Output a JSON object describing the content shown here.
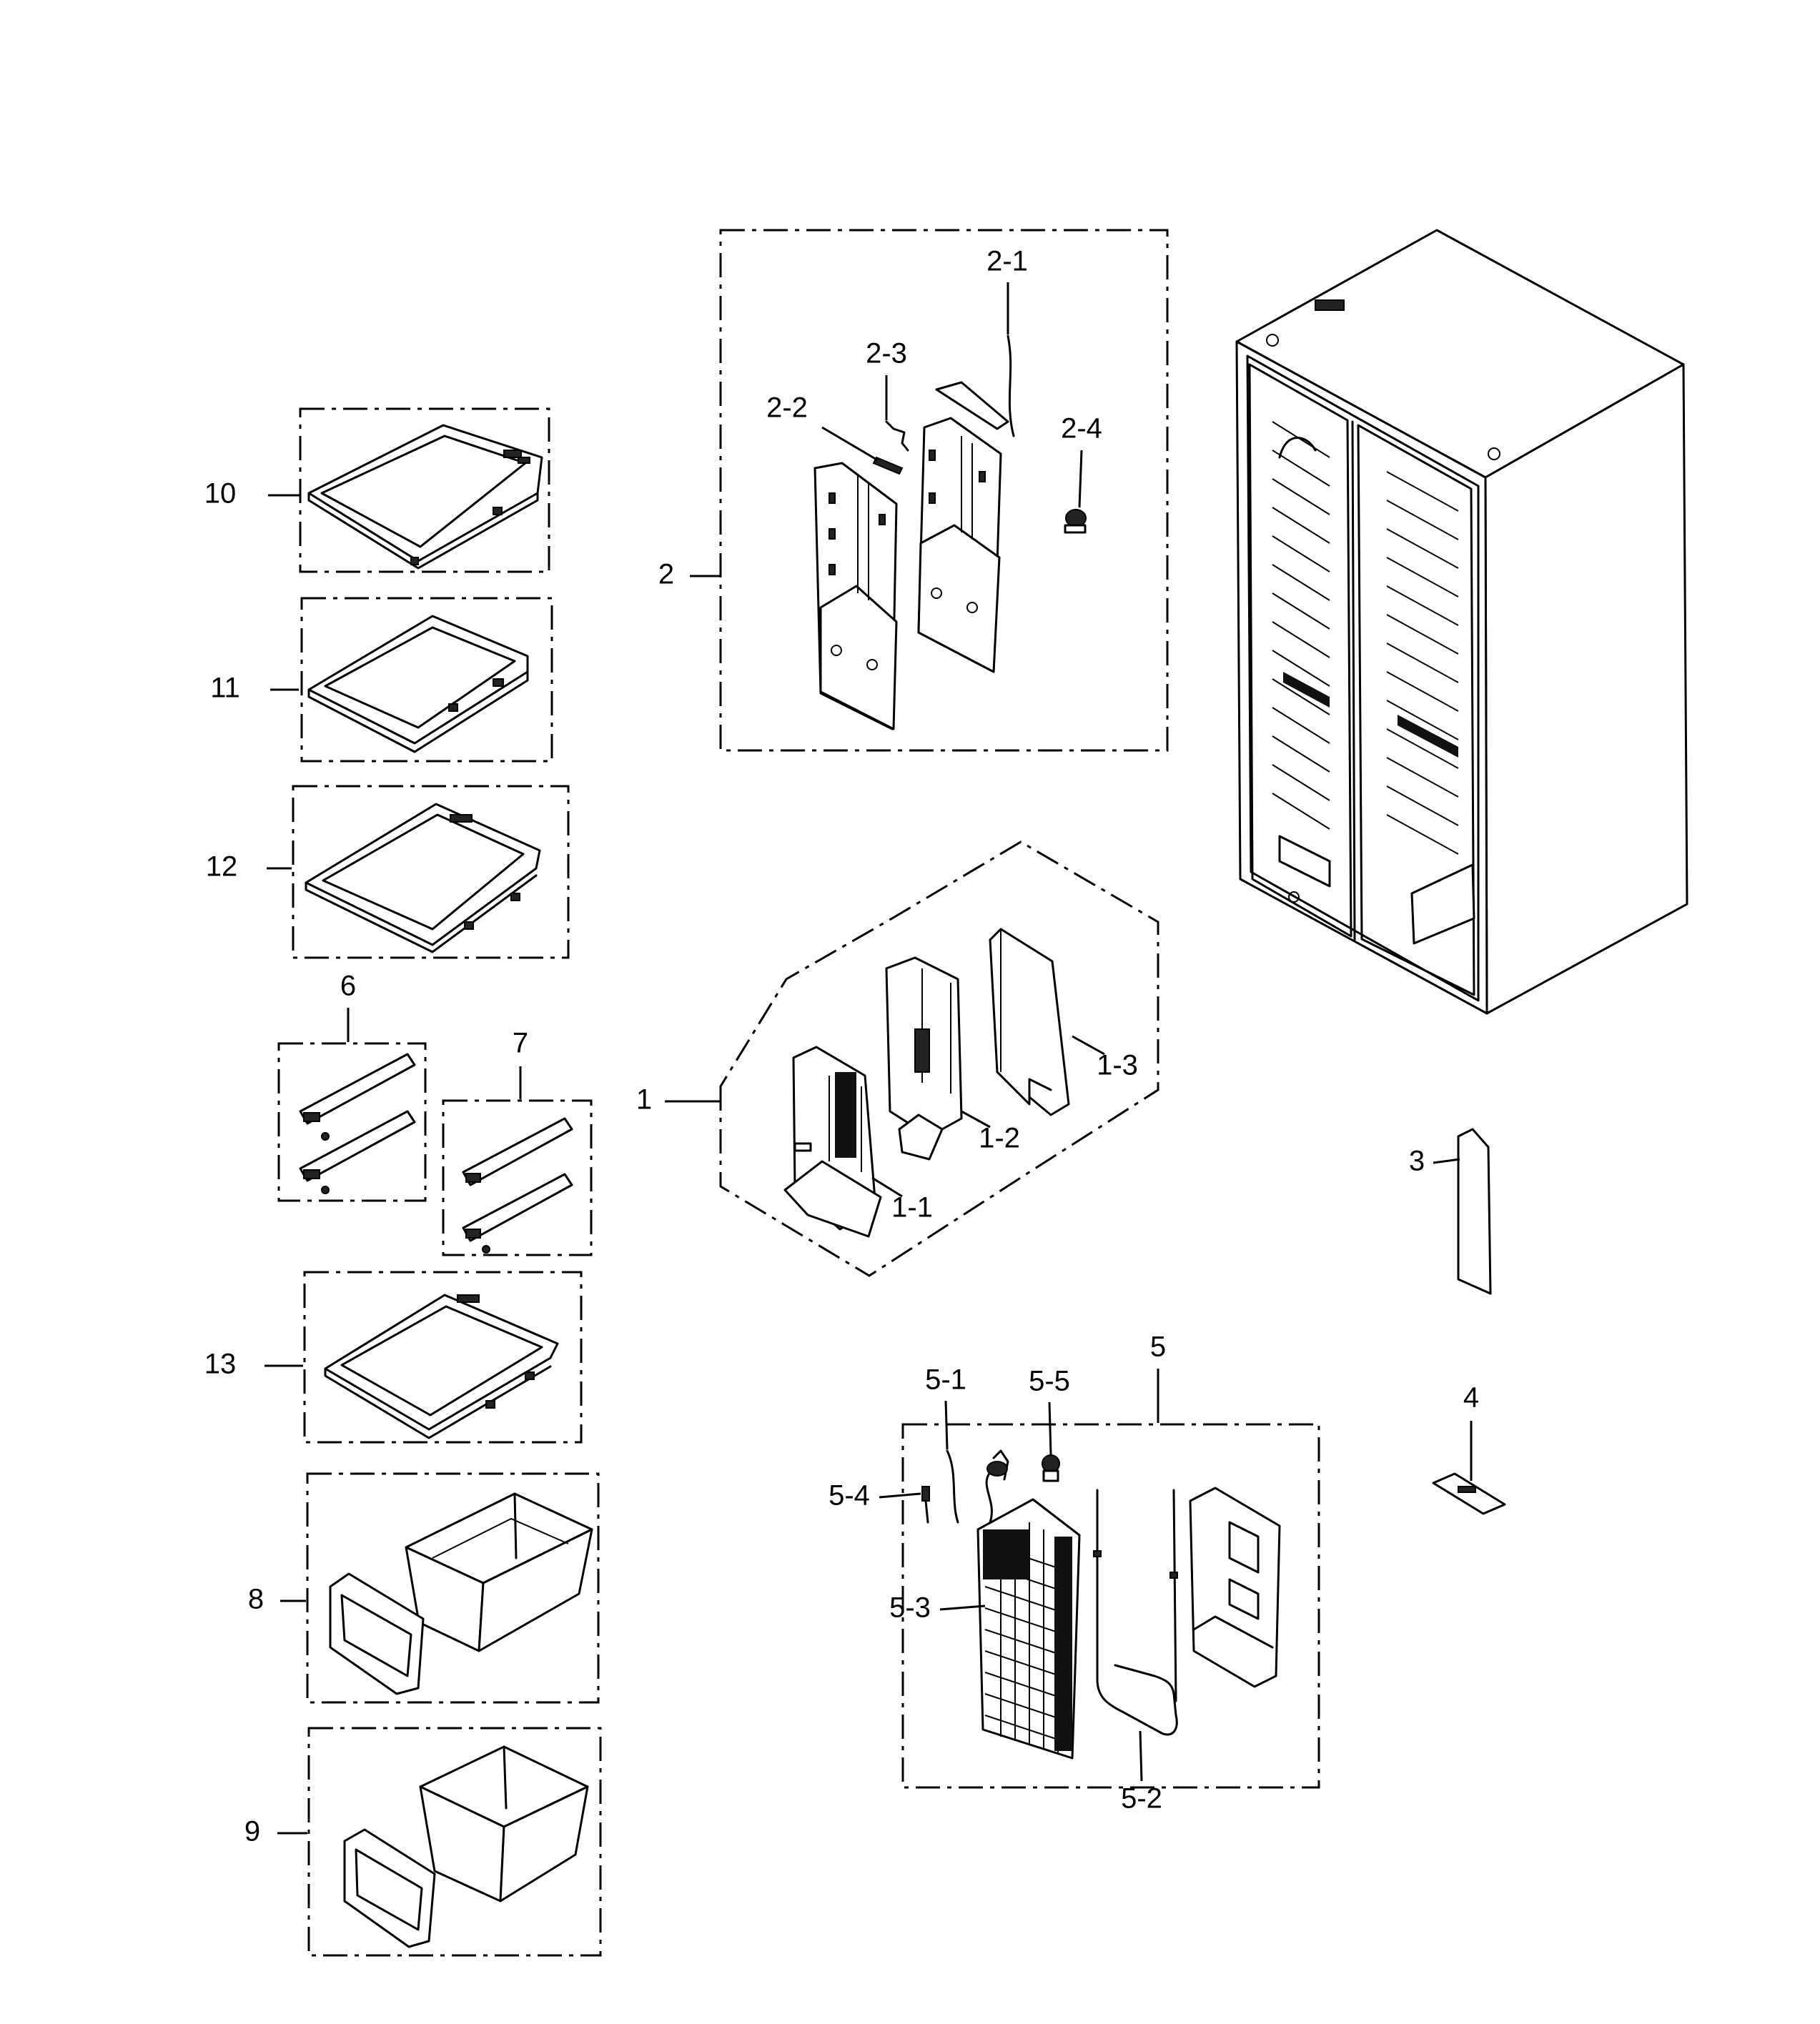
{
  "callouts": [
    {
      "id": "c10",
      "label": "10"
    },
    {
      "id": "c11",
      "label": "11"
    },
    {
      "id": "c12",
      "label": "12"
    },
    {
      "id": "c6",
      "label": "6"
    },
    {
      "id": "c7",
      "label": "7"
    },
    {
      "id": "c13",
      "label": "13"
    },
    {
      "id": "c8",
      "label": "8"
    },
    {
      "id": "c9",
      "label": "9"
    },
    {
      "id": "c2",
      "label": "2"
    },
    {
      "id": "c2-1",
      "label": "2-1"
    },
    {
      "id": "c2-2",
      "label": "2-2"
    },
    {
      "id": "c2-3",
      "label": "2-3"
    },
    {
      "id": "c2-4",
      "label": "2-4"
    },
    {
      "id": "c1",
      "label": "1"
    },
    {
      "id": "c1-1",
      "label": "1-1"
    },
    {
      "id": "c1-2",
      "label": "1-2"
    },
    {
      "id": "c1-3",
      "label": "1-3"
    },
    {
      "id": "c3",
      "label": "3"
    },
    {
      "id": "c4",
      "label": "4"
    },
    {
      "id": "c5",
      "label": "5"
    },
    {
      "id": "c5-1",
      "label": "5-1"
    },
    {
      "id": "c5-2",
      "label": "5-2"
    },
    {
      "id": "c5-3",
      "label": "5-3"
    },
    {
      "id": "c5-4",
      "label": "5-4"
    },
    {
      "id": "c5-5",
      "label": "5-5"
    }
  ]
}
